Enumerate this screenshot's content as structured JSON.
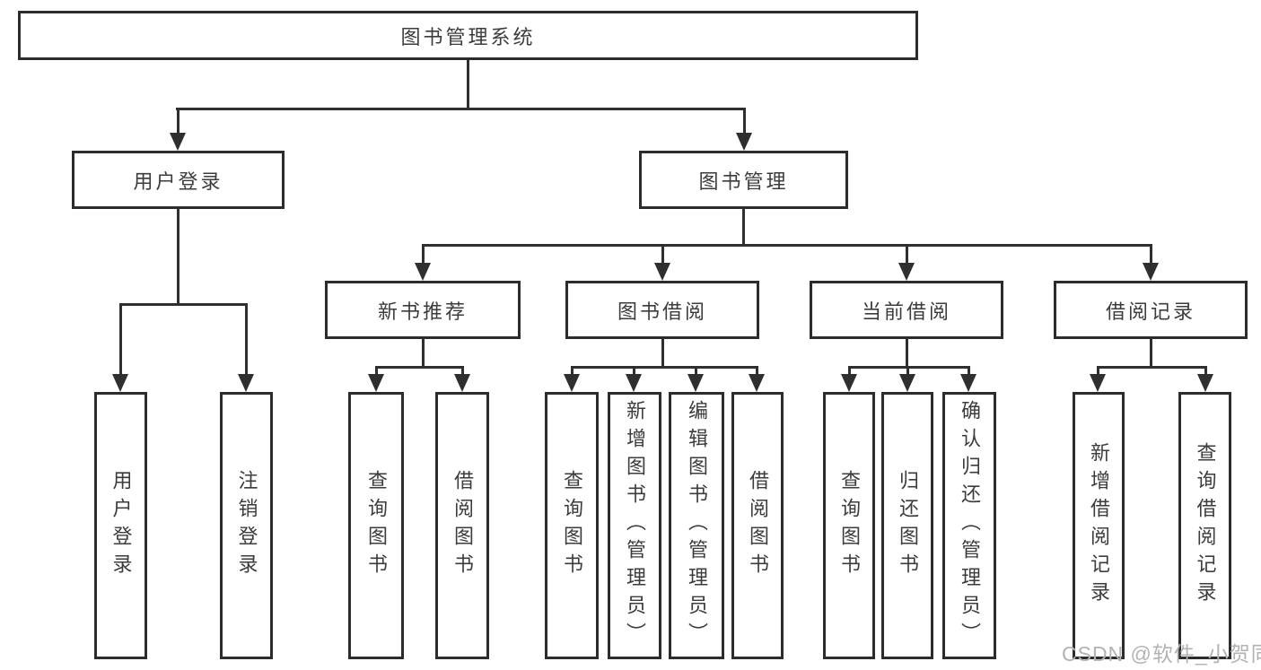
{
  "tree": {
    "root": {
      "label": "图书管理系统"
    },
    "level2": [
      {
        "label": "用户登录",
        "parent": "图书管理系统"
      },
      {
        "label": "图书管理",
        "parent": "图书管理系统"
      }
    ],
    "level3": [
      {
        "label": "新书推荐",
        "parent": "图书管理"
      },
      {
        "label": "图书借阅",
        "parent": "图书管理"
      },
      {
        "label": "当前借阅",
        "parent": "图书管理"
      },
      {
        "label": "借阅记录",
        "parent": "图书管理"
      }
    ],
    "leaves": [
      {
        "label": "用户登录",
        "parent": "用户登录"
      },
      {
        "label": "注销登录",
        "parent": "用户登录"
      },
      {
        "label": "查询图书",
        "parent": "新书推荐"
      },
      {
        "label": "借阅图书",
        "parent": "新书推荐"
      },
      {
        "label": "查询图书",
        "parent": "图书借阅"
      },
      {
        "label": "新增图书（管理员）",
        "parent": "图书借阅"
      },
      {
        "label": "编辑图书（管理员）",
        "parent": "图书借阅"
      },
      {
        "label": "借阅图书",
        "parent": "图书借阅"
      },
      {
        "label": "查询图书",
        "parent": "当前借阅"
      },
      {
        "label": "归还图书",
        "parent": "当前借阅"
      },
      {
        "label": "确认归还（管理员）",
        "parent": "当前借阅"
      },
      {
        "label": "新增借阅记录",
        "parent": "借阅记录"
      },
      {
        "label": "查询借阅记录",
        "parent": "借阅记录"
      }
    ]
  },
  "watermark": "CSDN @软件_小贺同学",
  "colors": {
    "line": "#2f2f2f",
    "border": "#2c2c2c",
    "text": "#3c3c3c",
    "watermark": "#b3b3b3",
    "background": "#ffffff"
  }
}
